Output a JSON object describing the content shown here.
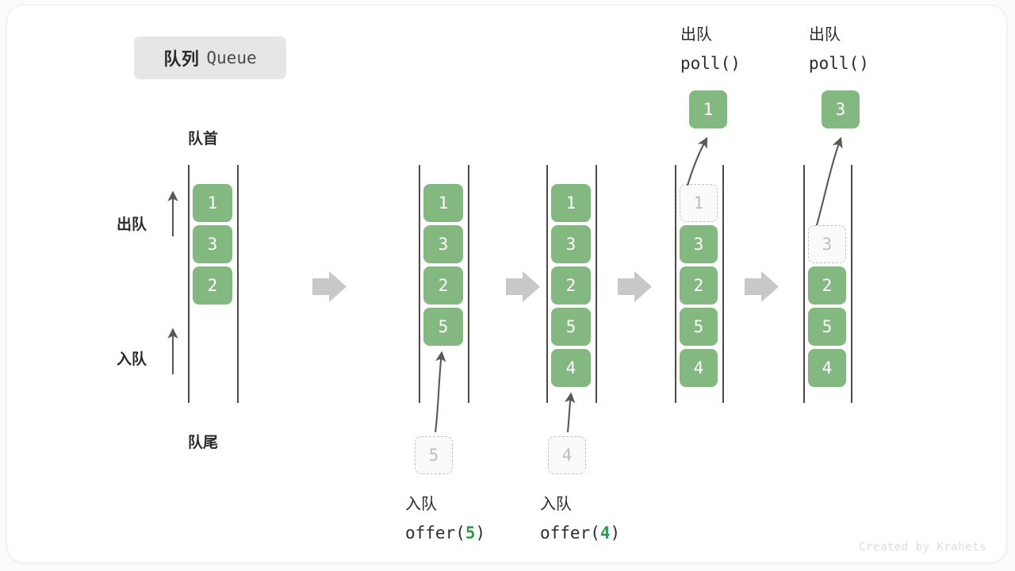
{
  "title": {
    "cn": "队列",
    "en": "Queue"
  },
  "labels": {
    "head": "队首",
    "tail": "队尾",
    "dequeue": "出队",
    "enqueue": "入队"
  },
  "credit": "Created by Krahets",
  "colors": {
    "element_fill": "#84b881",
    "element_text": "#ffffff",
    "ghost_border": "#c2c2c2",
    "ghost_text": "#bdbdbd",
    "rail": "#4a4a4a",
    "arrow": "#c8c8c8",
    "accent_green": "#2e9b4f",
    "badge_bg": "#e6e6e6",
    "card_bg": "#ffffff"
  },
  "stages": [
    {
      "id": "stage-1",
      "items": [
        "1",
        "3",
        "2"
      ],
      "ghost_top": null,
      "ghost_bottom": null,
      "popped": null,
      "op_top": null,
      "op_bottom": null
    },
    {
      "id": "stage-2",
      "items": [
        "1",
        "3",
        "2",
        "5"
      ],
      "ghost_top": null,
      "ghost_bottom": "5",
      "popped": null,
      "op_top": null,
      "op_bottom": {
        "cn": "入队",
        "fn": "offer(",
        "arg": "5",
        "close": ")"
      }
    },
    {
      "id": "stage-3",
      "items": [
        "1",
        "3",
        "2",
        "5",
        "4"
      ],
      "ghost_top": null,
      "ghost_bottom": "4",
      "popped": null,
      "op_top": null,
      "op_bottom": {
        "cn": "入队",
        "fn": "offer(",
        "arg": "4",
        "close": ")"
      }
    },
    {
      "id": "stage-4",
      "items": [
        "3",
        "2",
        "5",
        "4"
      ],
      "ghost_top": "1",
      "ghost_bottom": null,
      "popped": "1",
      "op_top": {
        "cn": "出队",
        "fn": "poll()"
      },
      "op_bottom": null
    },
    {
      "id": "stage-5",
      "items": [
        "2",
        "5",
        "4"
      ],
      "ghost_top": "3",
      "ghost_bottom": null,
      "popped": "3",
      "op_top": {
        "cn": "出队",
        "fn": "poll()"
      },
      "op_bottom": null
    }
  ],
  "transition_arrows": 4
}
